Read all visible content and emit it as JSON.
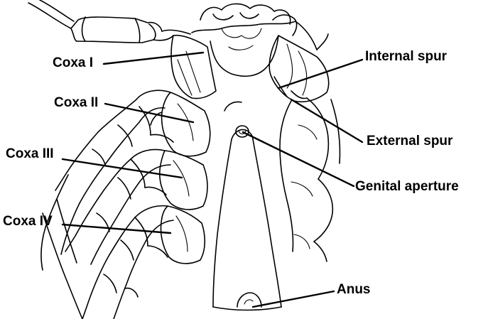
{
  "labels": {
    "coxa_1": "Coxa I",
    "coxa_2": "Coxa II",
    "coxa_3": "Coxa III",
    "coxa_4": "Coxa IV",
    "internal_spur": "Internal spur",
    "external_spur": "External spur",
    "genital_aperture": "Genital aperture",
    "anus": "Anus"
  },
  "colors": {
    "ink": "#000000",
    "background": "#ffffff"
  }
}
